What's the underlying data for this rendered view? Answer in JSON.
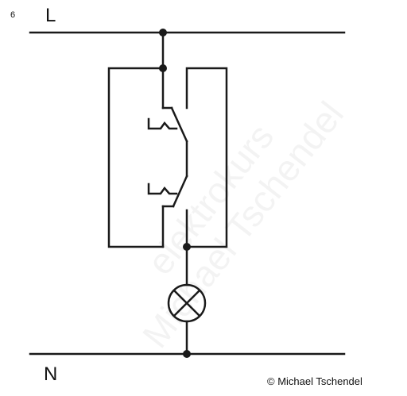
{
  "figure_number": "6",
  "supply": {
    "live_label": "L",
    "neutral_label": "N"
  },
  "copyright": "© Michael Tschendel",
  "watermark": "elektrokurs\nMichael Tschendel",
  "colors": {
    "line": "#1a1a1a",
    "background": "#ffffff"
  },
  "components": [
    {
      "type": "busbar",
      "label": "L"
    },
    {
      "type": "busbar",
      "label": "N"
    },
    {
      "type": "switch-contact",
      "count": 2
    },
    {
      "type": "lamp"
    }
  ]
}
